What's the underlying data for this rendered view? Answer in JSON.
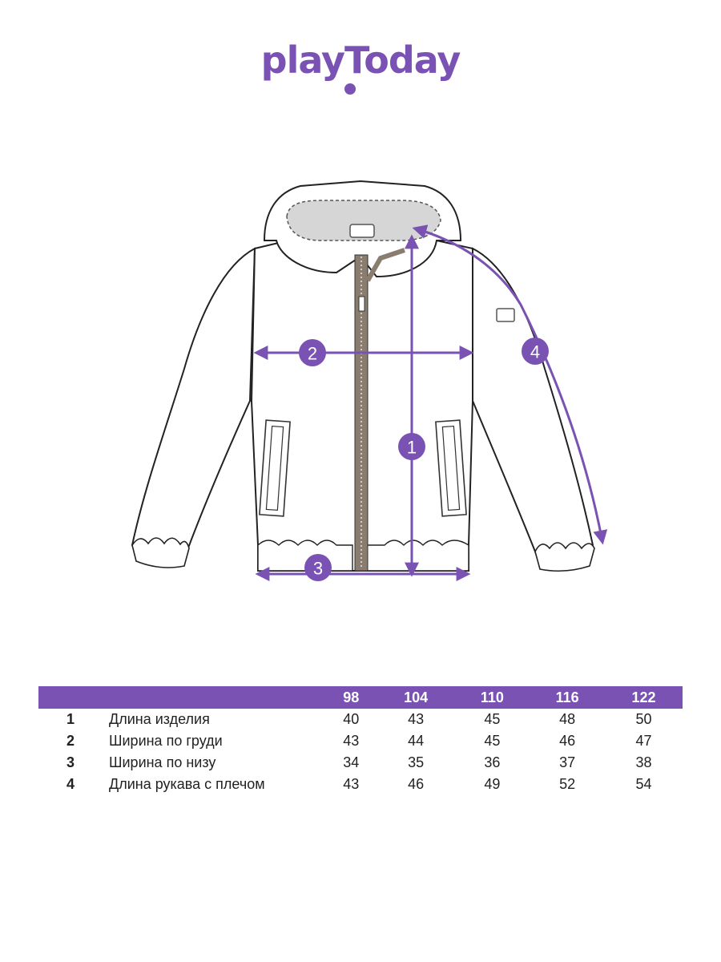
{
  "brand": {
    "logo_text": "playToday"
  },
  "diagram": {
    "markers": [
      {
        "id": "1"
      },
      {
        "id": "2"
      },
      {
        "id": "3"
      },
      {
        "id": "4"
      }
    ],
    "colors": {
      "accent": "#7a52b3",
      "outline": "#222222",
      "zipper": "#8a7d70",
      "hood_lining": "#d6d6d6"
    }
  },
  "size_table": {
    "sizes": [
      "98",
      "104",
      "110",
      "116",
      "122"
    ],
    "rows": [
      {
        "num": "1",
        "label": "Длина изделия",
        "values": [
          "40",
          "43",
          "45",
          "48",
          "50"
        ]
      },
      {
        "num": "2",
        "label": "Ширина по груди",
        "values": [
          "43",
          "44",
          "45",
          "46",
          "47"
        ]
      },
      {
        "num": "3",
        "label": "Ширина по низу",
        "values": [
          "34",
          "35",
          "36",
          "37",
          "38"
        ]
      },
      {
        "num": "4",
        "label": "Длина рукава с плечом",
        "values": [
          "43",
          "46",
          "49",
          "52",
          "54"
        ]
      }
    ]
  }
}
